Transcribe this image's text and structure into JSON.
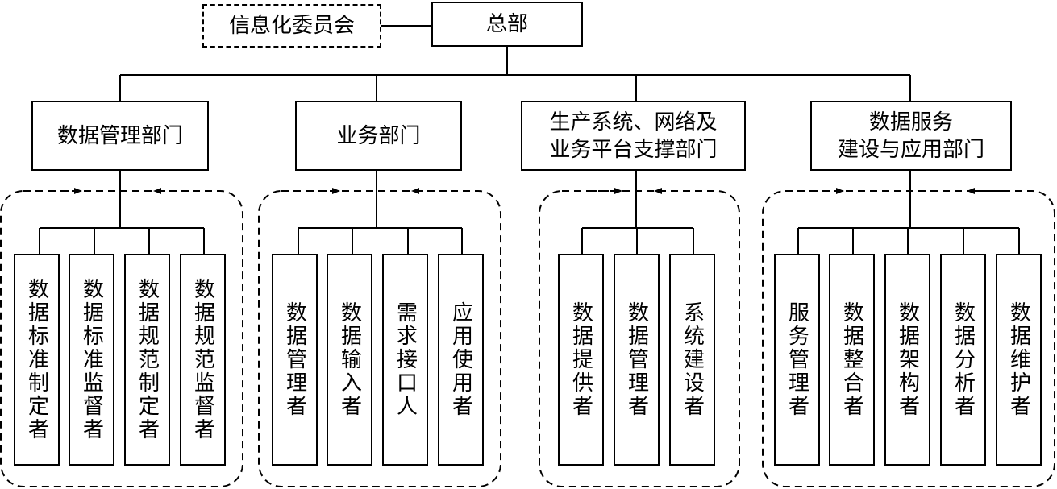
{
  "top": {
    "committee": "信息化委员会",
    "hq": "总部"
  },
  "departments": [
    {
      "name": "数据管理部门",
      "roles": [
        "数据标准制定者",
        "数据标准监督者",
        "数据规范制定者",
        "数据规范监督者"
      ]
    },
    {
      "name": "业务部门",
      "roles": [
        "数据管理者",
        "数据输入者",
        "需求接口人",
        "应用使用者"
      ]
    },
    {
      "name": "生产系统、网络及\n业务平台支撑部门",
      "roles": [
        "数据提供者",
        "数据管理者",
        "系统建设者"
      ]
    },
    {
      "name": "数据服务\n建设与应用部门",
      "roles": [
        "服务管理者",
        "数据整合者",
        "数据架构者",
        "数据分析者",
        "数据维护者"
      ]
    }
  ]
}
